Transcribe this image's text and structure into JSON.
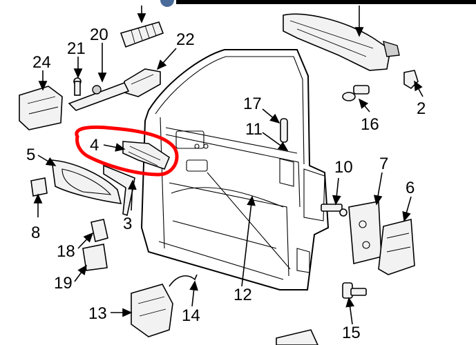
{
  "diagram": {
    "callouts": [
      "2",
      "3",
      "4",
      "5",
      "6",
      "7",
      "8",
      "10",
      "11",
      "12",
      "13",
      "14",
      "15",
      "16",
      "17",
      "18",
      "19",
      "20",
      "21",
      "22",
      "24"
    ],
    "highlight_color": "#ff0000"
  }
}
